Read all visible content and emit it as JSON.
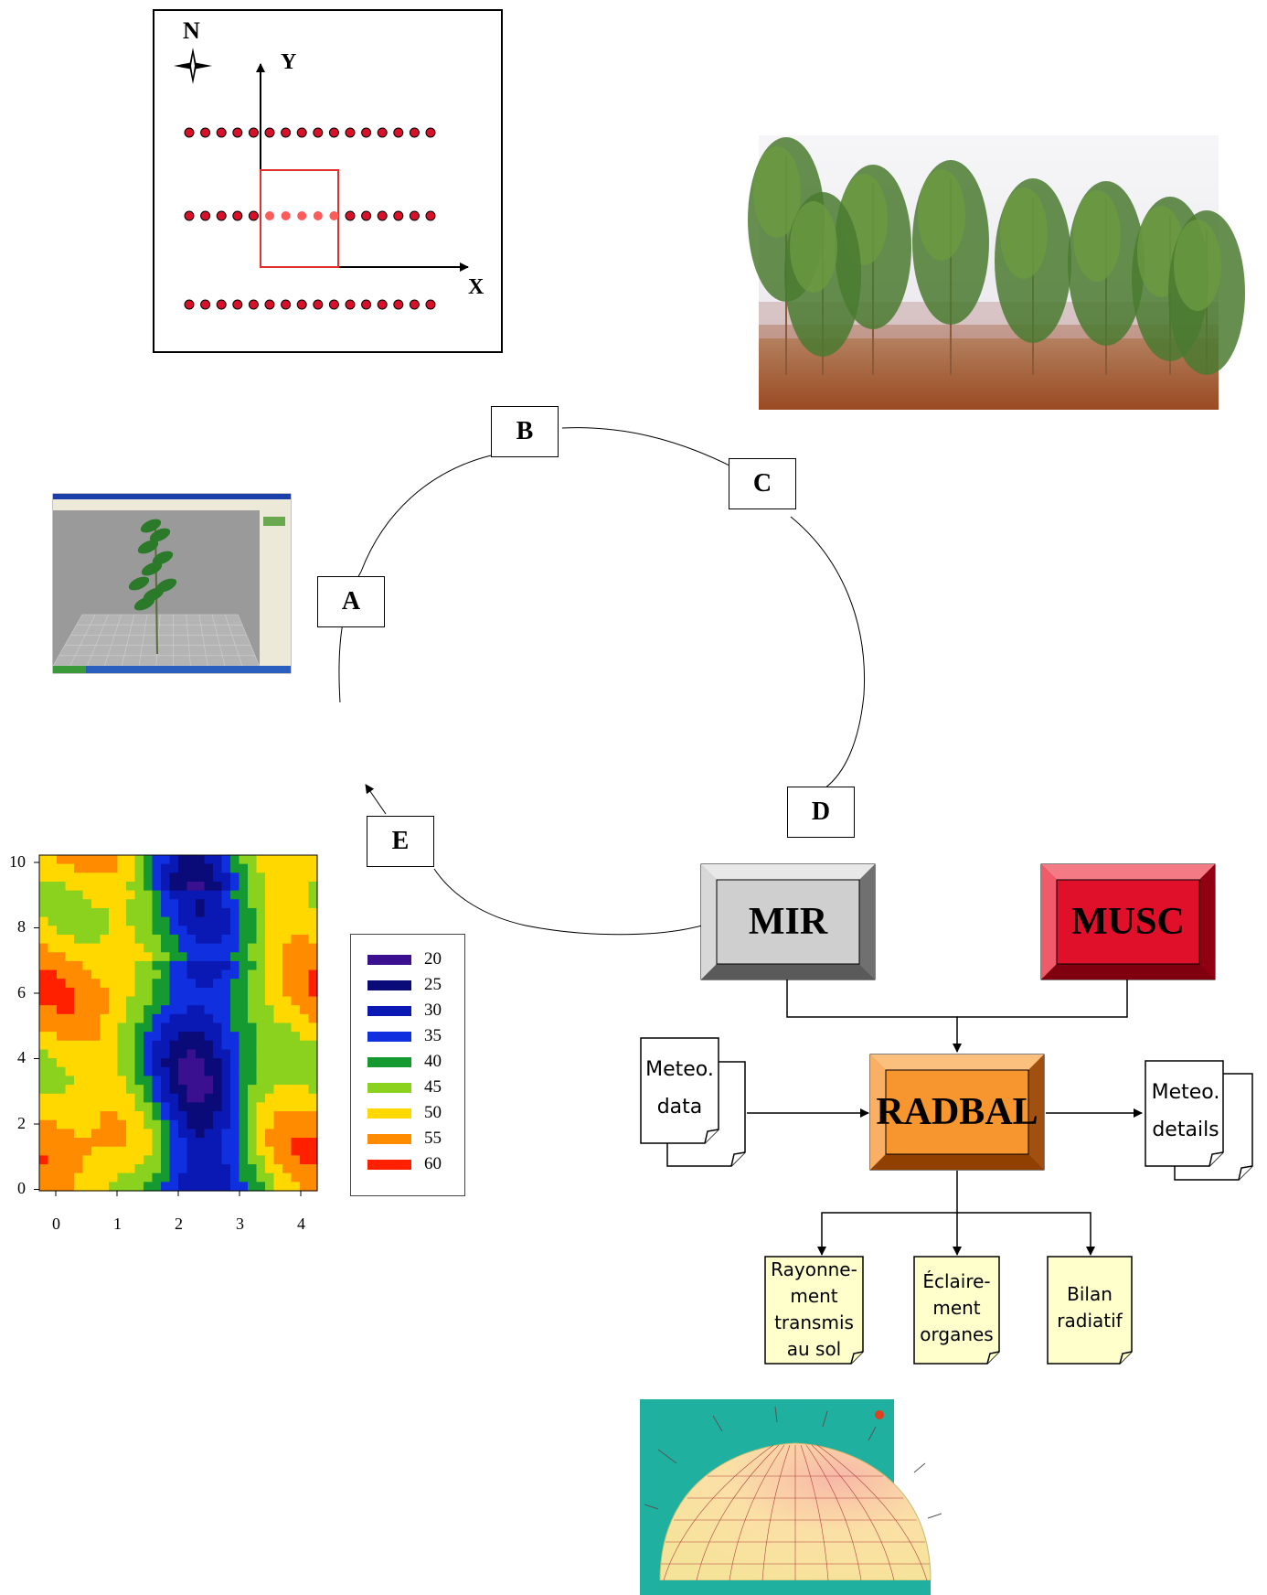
{
  "site_plan": {
    "north_label": "N",
    "x_axis_label": "X",
    "y_axis_label": "Y"
  },
  "cycle": {
    "steps": [
      "A",
      "B",
      "C",
      "D",
      "E"
    ]
  },
  "models": {
    "mir_label": "MIR",
    "musc_label": "MUSC",
    "radbal_label": "RADBAL"
  },
  "inputs": {
    "meteo_data": [
      "Meteo.",
      "data"
    ]
  },
  "outputs": {
    "meteo_details": [
      "Meteo.",
      "details"
    ],
    "transmitted": [
      "Rayonne-",
      "ment",
      "transmis",
      "au sol"
    ],
    "organ_lighting": [
      "Éclaire-",
      "ment",
      "organes"
    ],
    "radiative_balance": [
      "Bilan",
      "radiatif"
    ]
  },
  "heatmap": {
    "x_ticks": [
      "0",
      "1",
      "2",
      "3",
      "4"
    ],
    "y_ticks": [
      "10",
      "8",
      "6",
      "4",
      "2",
      "0"
    ],
    "legend": [
      {
        "label": "20",
        "color": "#3a1090"
      },
      {
        "label": "25",
        "color": "#0a0a78"
      },
      {
        "label": "30",
        "color": "#0a18b4"
      },
      {
        "label": "35",
        "color": "#1030e0"
      },
      {
        "label": "40",
        "color": "#149a30"
      },
      {
        "label": "45",
        "color": "#8ad21e"
      },
      {
        "label": "50",
        "color": "#ffd800"
      },
      {
        "label": "55",
        "color": "#ff8c00"
      },
      {
        "label": "60",
        "color": "#ff2000"
      }
    ]
  },
  "colors": {
    "mir_face": "#cfcfcf",
    "musc_face": "#e0102a",
    "radbal_face": "#f7962e",
    "note_fill": "#ffffcc",
    "plant_dot": "#d8102a"
  }
}
